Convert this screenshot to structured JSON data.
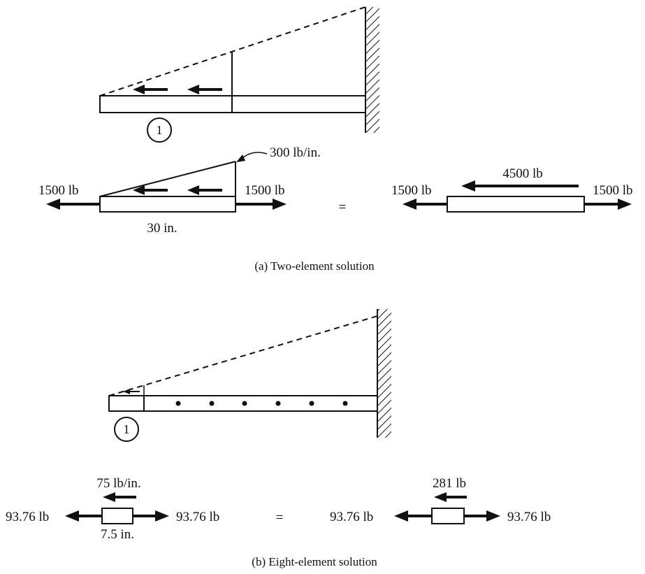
{
  "part_a": {
    "element_label": "1",
    "load_label": "300 lb/in.",
    "left_force": "1500 lb",
    "right_force": "1500 lb",
    "length_label": "30 in.",
    "equals": "=",
    "eq_left_force": "1500 lb",
    "eq_resultant": "4500 lb",
    "eq_right_force": "1500 lb",
    "caption": "(a) Two-element solution"
  },
  "part_b": {
    "element_label": "1",
    "load_label": "75 lb/in.",
    "left_force": "93.76 lb",
    "right_force": "93.76 lb",
    "length_label": "7.5 in.",
    "equals": "=",
    "eq_resultant": "281 lb",
    "eq_left_force": "93.76 lb",
    "eq_right_force": "93.76 lb",
    "caption": "(b) Eight-element solution"
  }
}
